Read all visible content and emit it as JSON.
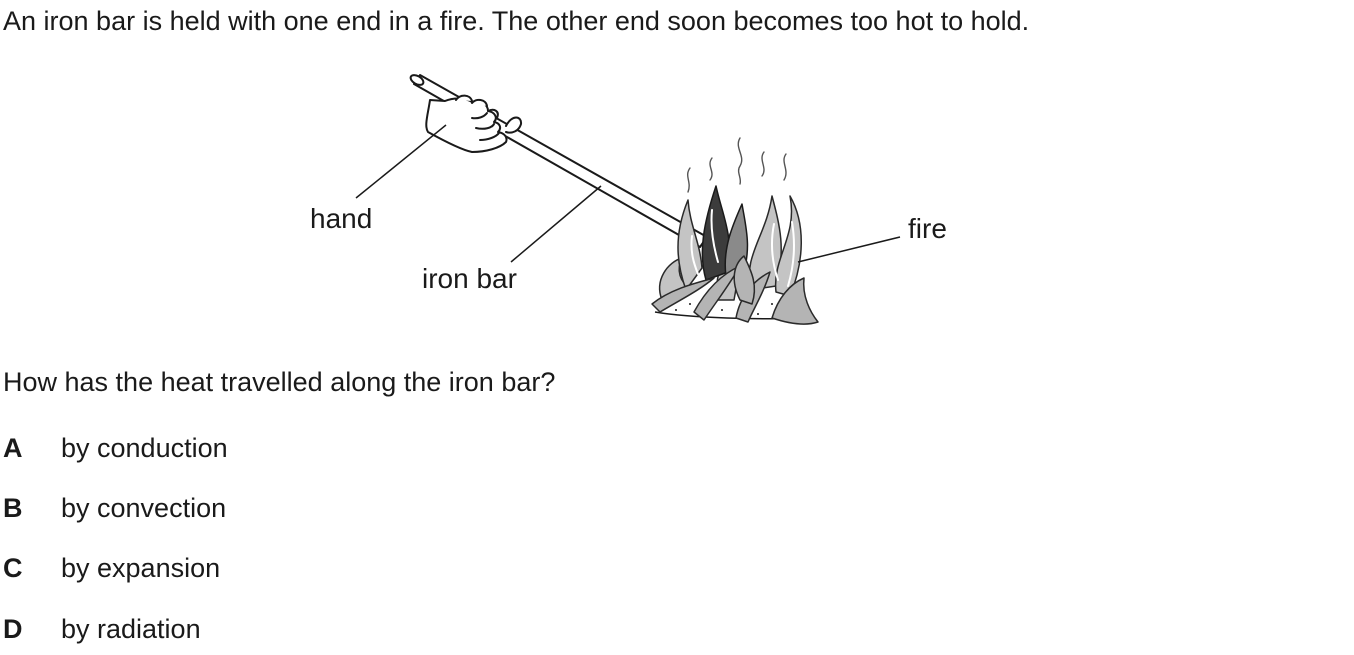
{
  "stem": "An iron bar is held with one end in a fire. The other end soon becomes too hot to hold.",
  "figure": {
    "labels": {
      "hand": "hand",
      "iron_bar": "iron bar",
      "fire": "fire"
    }
  },
  "question": "How has the heat travelled along the iron bar?",
  "options": [
    {
      "letter": "A",
      "text": "by conduction"
    },
    {
      "letter": "B",
      "text": "by convection"
    },
    {
      "letter": "C",
      "text": "by expansion"
    },
    {
      "letter": "D",
      "text": "by radiation"
    }
  ]
}
